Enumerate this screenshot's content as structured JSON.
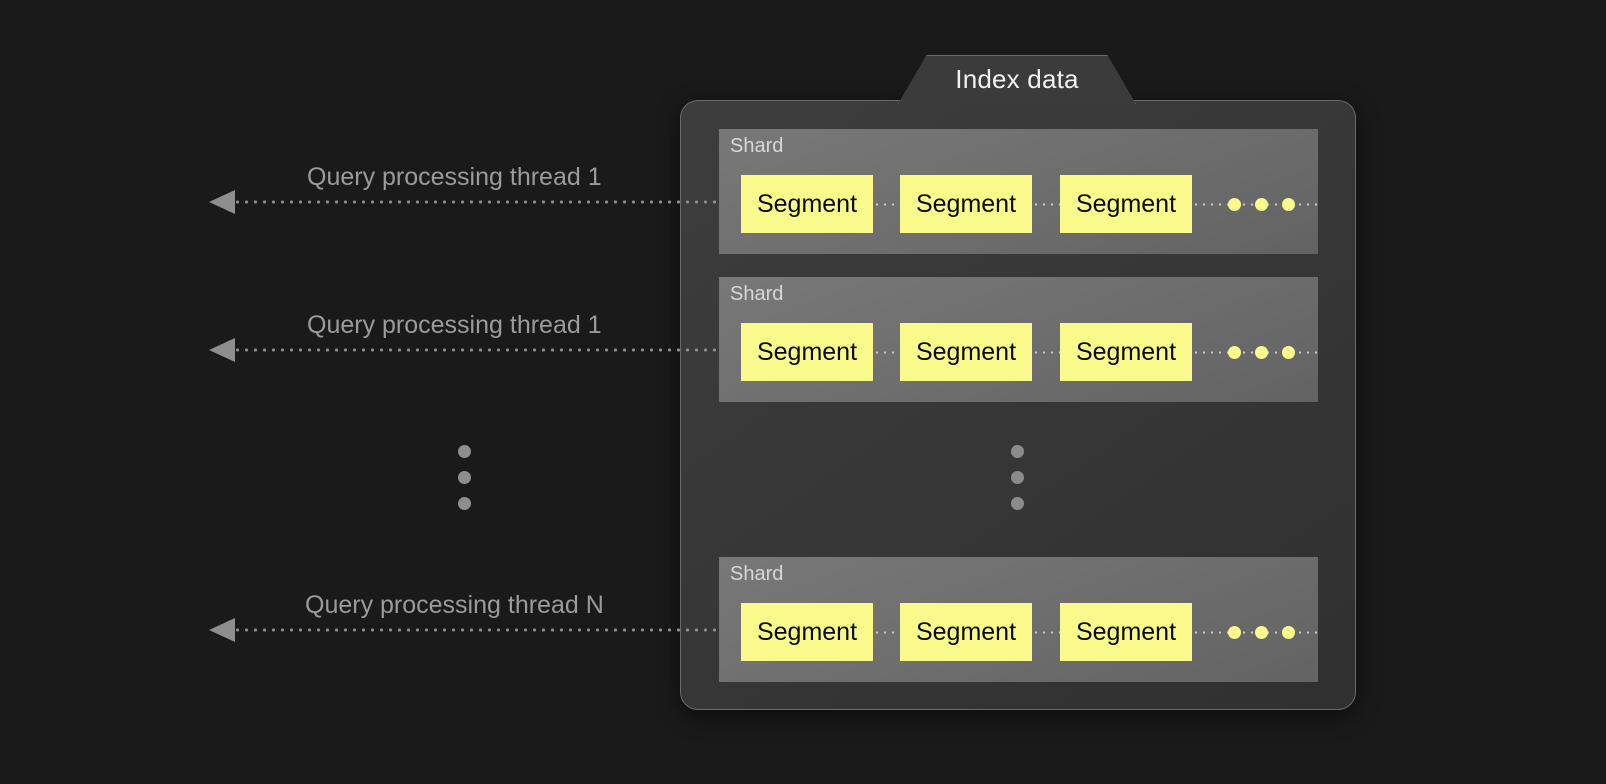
{
  "diagram": {
    "title": "Index data",
    "background_color": "#1a1a1a",
    "panel_color": "#3a3a3a",
    "shard_color": "#6f6f6f",
    "segment_color": "#fafa8c",
    "segment_text_color": "#0a0a0a",
    "accent_text_color": "#9b9b9b"
  },
  "shards": [
    {
      "label": "Shard",
      "segments": [
        "Segment",
        "Segment",
        "Segment"
      ],
      "trailing_dots": 3
    },
    {
      "label": "Shard",
      "segments": [
        "Segment",
        "Segment",
        "Segment"
      ],
      "trailing_dots": 3
    },
    {
      "label": "Shard",
      "segments": [
        "Segment",
        "Segment",
        "Segment"
      ],
      "trailing_dots": 3
    }
  ],
  "threads": [
    {
      "label": "Query processing thread 1"
    },
    {
      "label": "Query processing thread 1"
    },
    {
      "label": "Query processing thread N"
    }
  ],
  "ellipsis": {
    "left_dots": 3,
    "panel_dots": 3
  }
}
